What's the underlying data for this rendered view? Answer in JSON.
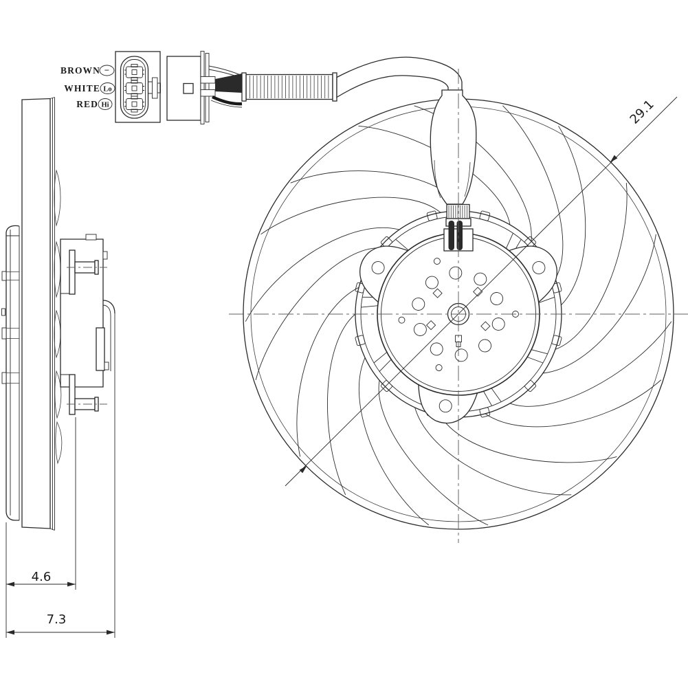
{
  "drawing_type": "cooling-fan-assembly-technical-drawing",
  "colors": {
    "background": "#ffffff",
    "ink": "#2a2a2a",
    "centerline": "#5f5f5f",
    "wire_fill": "#1a1a1a"
  },
  "wiring": {
    "labels": [
      {
        "wire": "BROWN",
        "terminal": "−"
      },
      {
        "wire": "WHITE",
        "terminal": "Lo"
      },
      {
        "wire": "RED",
        "terminal": "Hi"
      }
    ]
  },
  "dimensions": {
    "fan_diameter": "29.1",
    "mount_depth": "4.6",
    "overall_depth": "7.3"
  }
}
